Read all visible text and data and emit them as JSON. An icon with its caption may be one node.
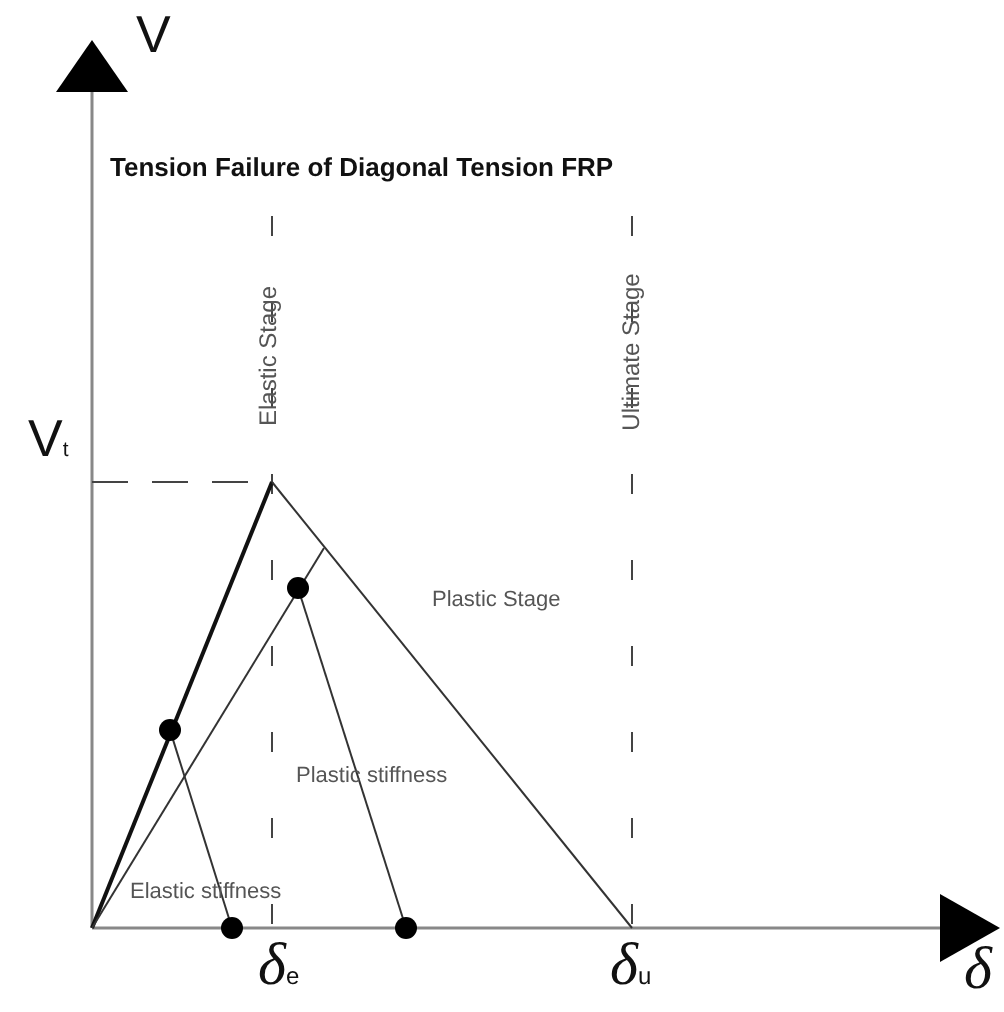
{
  "diagram": {
    "title": "Tension Failure of Diagonal Tension FRP",
    "labels": [
      "V",
      "Elastic Stage",
      "Ultimate Stage",
      "V$_{t}$",
      "Plastic Stage",
      "Plastic stiffness",
      "Elastic stiffness",
      "δ$_{e}$",
      "δ$_{u}$",
      "δ"
    ]
  }
}
